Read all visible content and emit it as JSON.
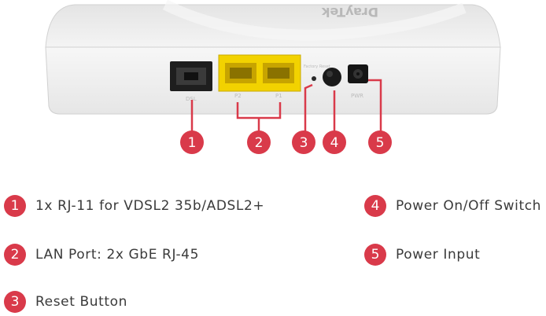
{
  "brand": {
    "logo_text": "DrayTek",
    "accent_color": "#d93a4a"
  },
  "ports": {
    "p2_label": "P2",
    "p1_label": "P1",
    "factory_reset_label": "Factory Reset",
    "dsl_label": "DSL",
    "power_label": "PWR"
  },
  "callouts": [
    "1",
    "2",
    "3",
    "4",
    "5"
  ],
  "legend": [
    {
      "number": "1",
      "text": "1x RJ-11 for VDSL2 35b/ADSL2+"
    },
    {
      "number": "2",
      "text": "LAN Port: 2x GbE RJ-45"
    },
    {
      "number": "3",
      "text": "Reset Button"
    },
    {
      "number": "4",
      "text": "Power On/Off Switch"
    },
    {
      "number": "5",
      "text": "Power Input"
    }
  ]
}
